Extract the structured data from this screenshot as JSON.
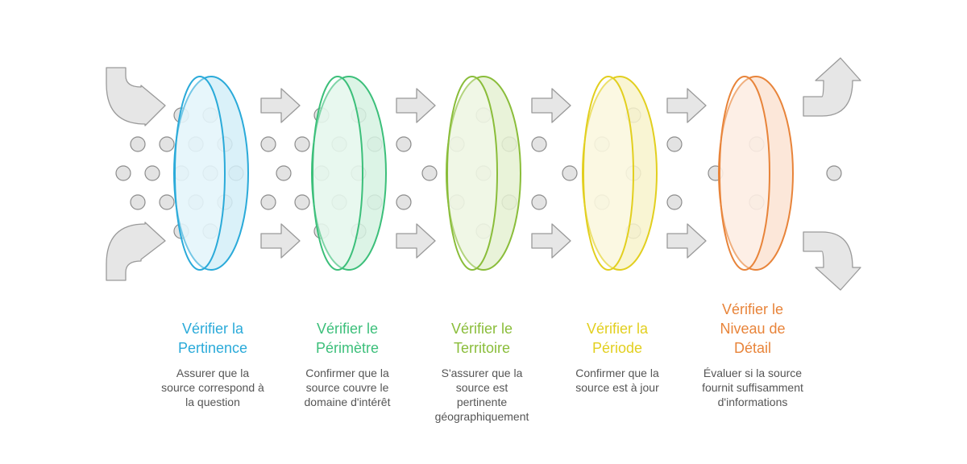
{
  "colors": {
    "arrow_fill": "#e6e6e6",
    "arrow_stroke": "#9a9a9a",
    "dot_fill": "#e3e3e3",
    "dot_stroke": "#8c8c8c"
  },
  "arrow_icon": "block-arrow",
  "stages": [
    {
      "title_lines": [
        "Vérifier la",
        "Pertinence"
      ],
      "description_lines": [
        "Assurer que la",
        "source correspond à",
        "la question"
      ],
      "color": "#2aaad9",
      "fill": "#d4eef8"
    },
    {
      "title_lines": [
        "Vérifier le",
        "Périmètre"
      ],
      "description_lines": [
        "Confirmer que la",
        "source couvre le",
        "domaine d'intérêt"
      ],
      "color": "#3cbf7a",
      "fill": "#d6f2e2"
    },
    {
      "title_lines": [
        "Vérifier le",
        "Territoire"
      ],
      "description_lines": [
        "S'assurer que la",
        "source est",
        "pertinente",
        "géographiquement"
      ],
      "color": "#8abd3a",
      "fill": "#e5f1d2"
    },
    {
      "title_lines": [
        "Vérifier la",
        "Période"
      ],
      "description_lines": [
        "Confirmer que la",
        "source est à jour"
      ],
      "color": "#e2cf1f",
      "fill": "#f8f3cb"
    },
    {
      "title_lines": [
        "Vérifier le",
        "Niveau de",
        "Détail"
      ],
      "description_lines": [
        "Évaluer si la source",
        "fournit suffisamment",
        "d'informations"
      ],
      "color": "#e8843a",
      "fill": "#fbe3d2"
    }
  ]
}
